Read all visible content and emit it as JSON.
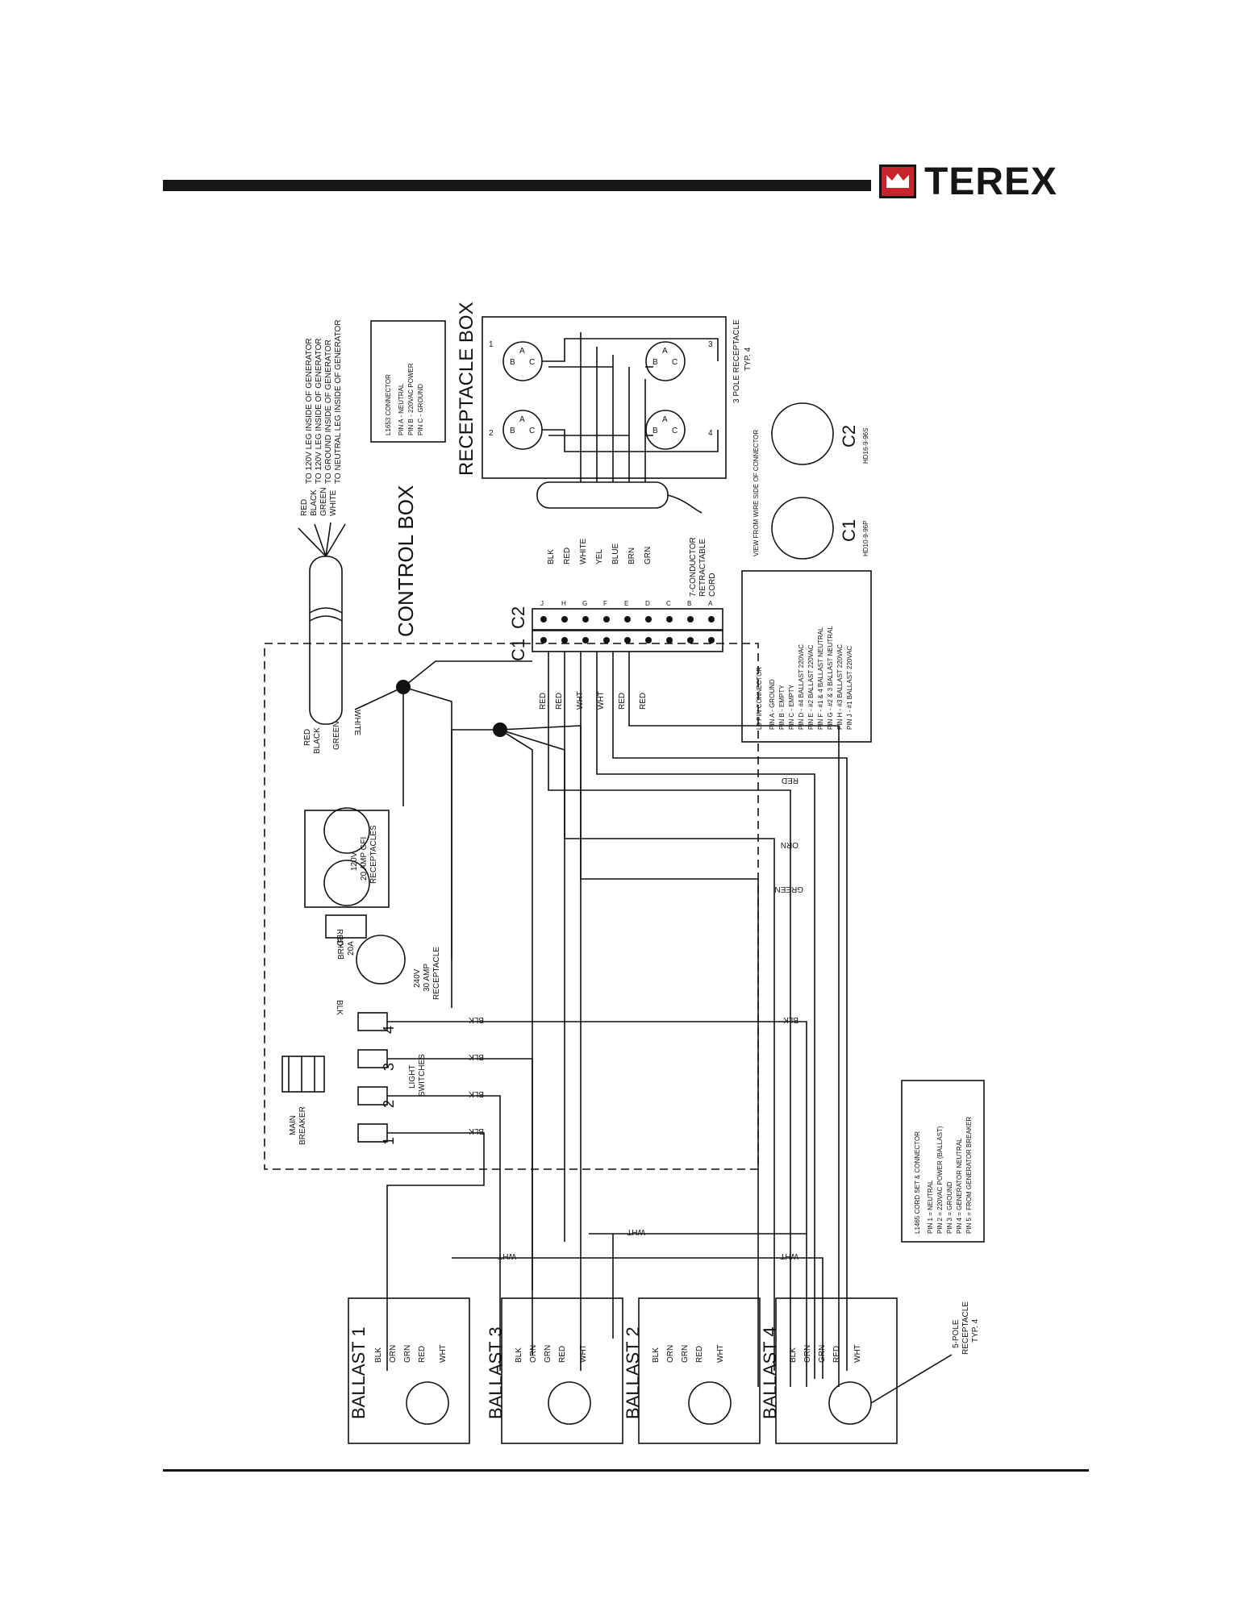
{
  "header": {
    "brand": "TEREX"
  },
  "sections": {
    "control_box": "CONTROL BOX",
    "receptacle_box": "RECEPTACLE BOX"
  },
  "generator_leads": {
    "labels": [
      "RED",
      "BLACK",
      "GREEN",
      "WHITE"
    ],
    "notes": [
      "TO 120V LEG INSIDE OF GENERATOR",
      "TO 120V LEG INSIDE OF GENERATOR",
      "TO GROUND INSIDE OF GENERATOR",
      "TO NEUTRAL LEG INSIDE OF GENERATOR"
    ]
  },
  "l1653": {
    "title": "L1653 CONNECTOR",
    "lines": [
      "PIN A - NEUTRAL",
      "PIN B - 220VAC POWER",
      "PIN C - GROUND"
    ]
  },
  "receptacle": {
    "label": "3 POLE RECEPTACLE",
    "sub": "TYP. 4",
    "numbers": [
      "1",
      "2",
      "3",
      "4"
    ],
    "pins": [
      "A",
      "B",
      "C"
    ]
  },
  "cord": {
    "wires": [
      "BLK",
      "RED",
      "WHITE",
      "YEL",
      "BLUE",
      "BRN",
      "GRN"
    ],
    "label_lines": [
      "7-CONDUCTOR",
      "RETRACTABLE",
      "CORD"
    ]
  },
  "connectors": {
    "view_note": "VIEW FROM WIRE SIDE OF CONNECTOR",
    "c1": "C1",
    "c2": "C2",
    "c1_part": "HD10-9-96P",
    "c2_part": "HD16-9-96S",
    "pins": [
      "J",
      "H",
      "G",
      "F",
      "E",
      "D",
      "C",
      "B",
      "A"
    ],
    "c1_wires": [
      "RED",
      "RED",
      "WHT",
      "WHT",
      "RED",
      "RED"
    ]
  },
  "pin_legend": {
    "title": "L9 PIN CONNECTOR",
    "lines": [
      "PIN A - GROUND",
      "PIN B - EMPTY",
      "PIN C - EMPTY",
      "PIN D - #4 BALLAST 220VAC",
      "PIN E - #2 BALLAST 220VAC",
      "PIN F - #1 & 4 BALLAST NEUTRAL",
      "PIN G - #2 & 3 BALLAST NEUTRAL",
      "PIN H - #3 BALLAST 220VAC",
      "PIN J - #1 BALLAST 220VAC"
    ]
  },
  "control": {
    "gfi_lines": [
      "120V",
      "20 AMP GFI",
      "RECEPTACLES"
    ],
    "breaker_lines": [
      "BRKR",
      "20A"
    ],
    "rcpt240_lines": [
      "240V",
      "30 AMP",
      "RECEPTACLE"
    ],
    "main_breaker_lines": [
      "MAIN",
      "BREAKER"
    ],
    "switches_lines": [
      "LIGHT",
      "SWITCHES"
    ],
    "switch_numbers": [
      "1",
      "2",
      "3",
      "4"
    ],
    "wire_red": "RED",
    "wire_black": "BLACK",
    "wire_white": "WHITE",
    "wire_green": "GREEN",
    "wire_blk": "BLK"
  },
  "harness_labels": {
    "red": "RED",
    "orn": "ORN",
    "green": "GREEN",
    "blk": "BLK",
    "wht": "WHT"
  },
  "ballasts": [
    {
      "name": "BALLAST 1",
      "wires": [
        "BLK",
        "ORN",
        "GRN",
        "RED",
        "WHT"
      ]
    },
    {
      "name": "BALLAST 3",
      "wires": [
        "BLK",
        "ORN",
        "GRN",
        "RED",
        "WHT"
      ]
    },
    {
      "name": "BALLAST 2",
      "wires": [
        "BLK",
        "ORN",
        "GRN",
        "RED",
        "WHT"
      ]
    },
    {
      "name": "BALLAST 4",
      "wires": [
        "BLK",
        "ORN",
        "GRN",
        "RED",
        "WHT"
      ]
    }
  ],
  "five_pole": {
    "lines": [
      "5-POLE",
      "RECEPTACLE",
      "TYP. 4"
    ]
  },
  "l1465": {
    "title": "L1465 CORD SET & CONNECTOR",
    "lines": [
      "PIN 1 = NEUTRAL",
      "PIN 2 = 220VAC POWER (BALLAST)",
      "PIN 3 = GROUND",
      "PIN 4 = GENERATOR NEUTRAL",
      "PIN 5 = FROM GENERATOR BREAKER"
    ]
  }
}
